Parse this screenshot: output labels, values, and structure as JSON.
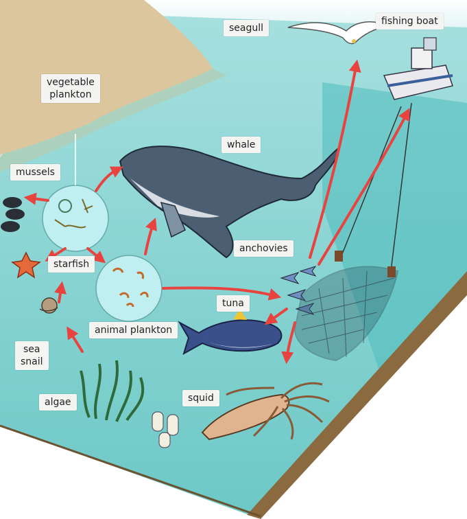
{
  "labels": {
    "seagull": "seagull",
    "fishing_boat": "fishing boat",
    "vegetable_plankton_line1": "vegetable",
    "vegetable_plankton_line2": "plankton",
    "whale": "whale",
    "mussels": "mussels",
    "anchovies": "anchovies",
    "starfish": "starfish",
    "tuna": "tuna",
    "animal_plankton": "animal plankton",
    "sea_snail_line1": "sea",
    "sea_snail_line2": "snail",
    "algae": "algae",
    "squid": "squid"
  },
  "colors": {
    "sea_surface": "#7fd0d2",
    "sea_body": "#8fd6cf",
    "sea_deep": "#3fb4b4",
    "beach": "#d8c29a",
    "seabed_side": "#8a6a3e",
    "arrow": "#e8433f",
    "plankton_bubble": "#bfeff0"
  },
  "icons": [
    "whale-icon",
    "tuna-icon",
    "squid-icon",
    "seagull-icon",
    "fishing-boat-icon",
    "starfish-icon",
    "mussels-icon",
    "sea-snail-icon",
    "algae-icon",
    "anchovies-icon",
    "fishing-net-icon",
    "vegetable-plankton-icon",
    "animal-plankton-icon"
  ]
}
